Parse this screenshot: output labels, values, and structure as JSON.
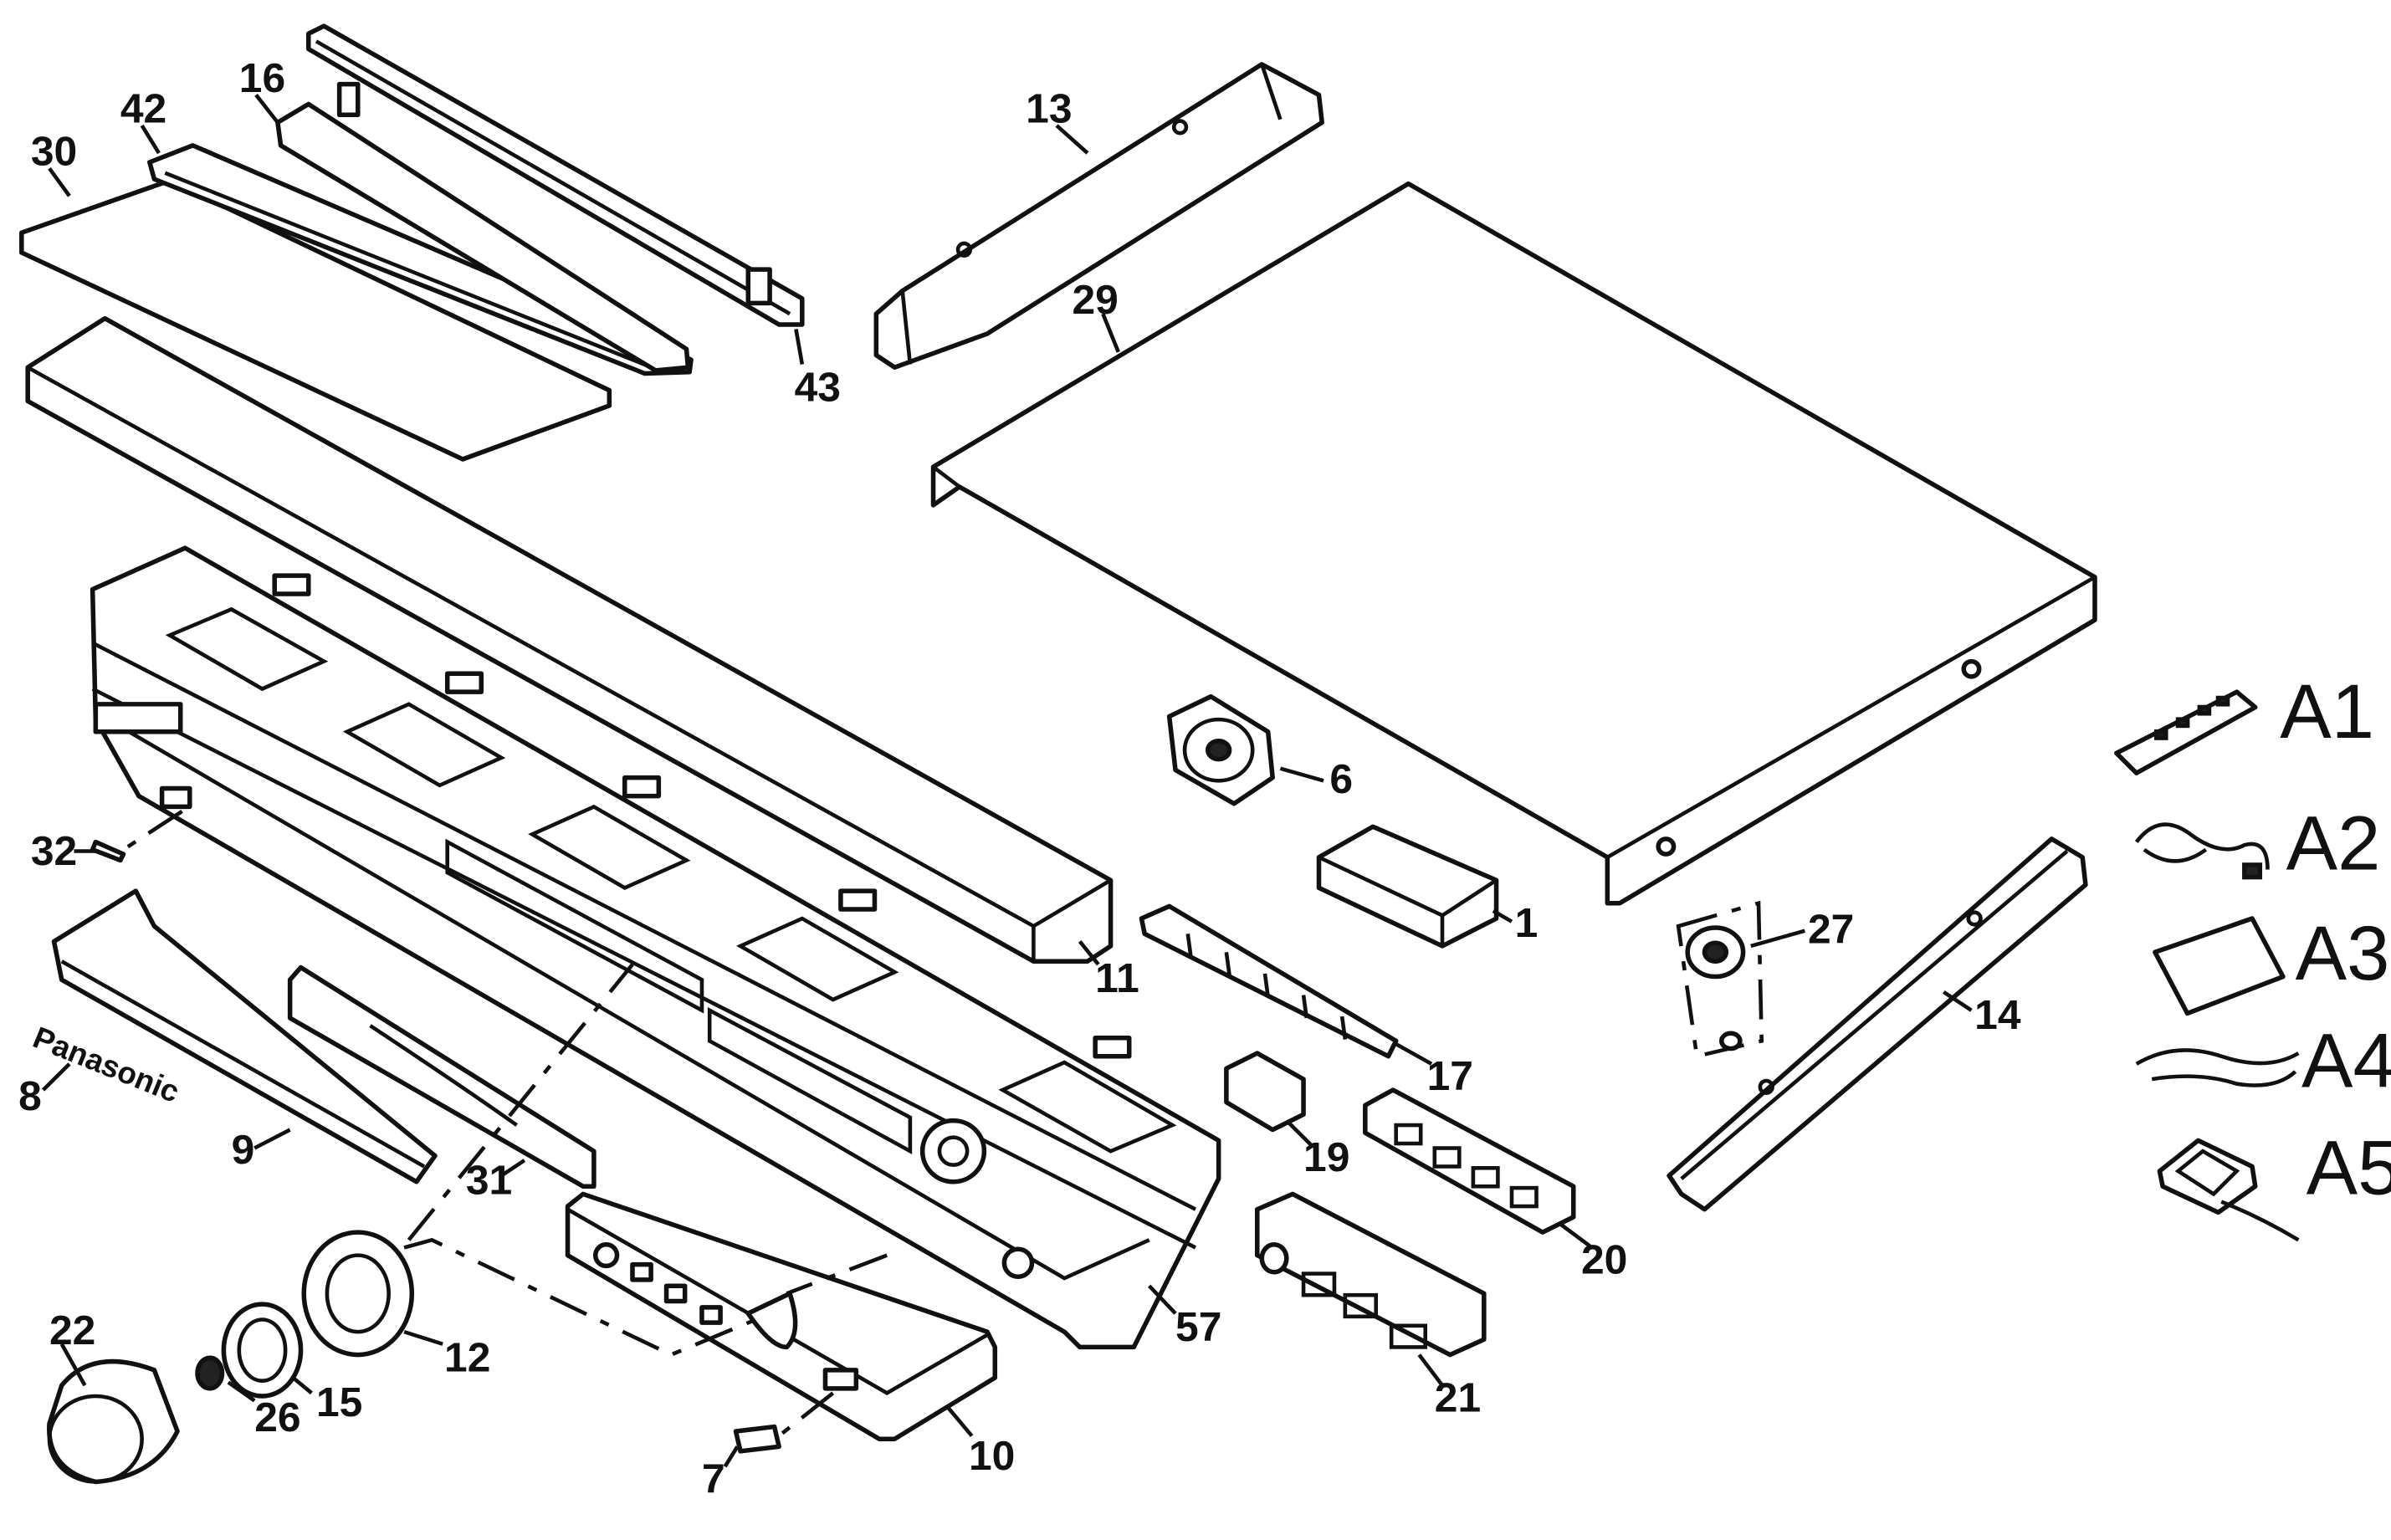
{
  "diagram": {
    "brand_text": "Panasonic",
    "callouts": [
      {
        "id": "30",
        "label": "30"
      },
      {
        "id": "42",
        "label": "42"
      },
      {
        "id": "16",
        "label": "16"
      },
      {
        "id": "43",
        "label": "43"
      },
      {
        "id": "13",
        "label": "13"
      },
      {
        "id": "29",
        "label": "29"
      },
      {
        "id": "11",
        "label": "11"
      },
      {
        "id": "6",
        "label": "6"
      },
      {
        "id": "1",
        "label": "1"
      },
      {
        "id": "32",
        "label": "32"
      },
      {
        "id": "8",
        "label": "8"
      },
      {
        "id": "9",
        "label": "9"
      },
      {
        "id": "31",
        "label": "31"
      },
      {
        "id": "17",
        "label": "17"
      },
      {
        "id": "19",
        "label": "19"
      },
      {
        "id": "27",
        "label": "27"
      },
      {
        "id": "14",
        "label": "14"
      },
      {
        "id": "20",
        "label": "20"
      },
      {
        "id": "57",
        "label": "57"
      },
      {
        "id": "21",
        "label": "21"
      },
      {
        "id": "12",
        "label": "12"
      },
      {
        "id": "15",
        "label": "15"
      },
      {
        "id": "26",
        "label": "26"
      },
      {
        "id": "22",
        "label": "22"
      },
      {
        "id": "7",
        "label": "7"
      },
      {
        "id": "10",
        "label": "10"
      }
    ],
    "accessories": [
      {
        "id": "A1",
        "label": "A1"
      },
      {
        "id": "A2",
        "label": "A2"
      },
      {
        "id": "A3",
        "label": "A3"
      },
      {
        "id": "A4",
        "label": "A4"
      },
      {
        "id": "A5",
        "label": "A5"
      }
    ]
  }
}
